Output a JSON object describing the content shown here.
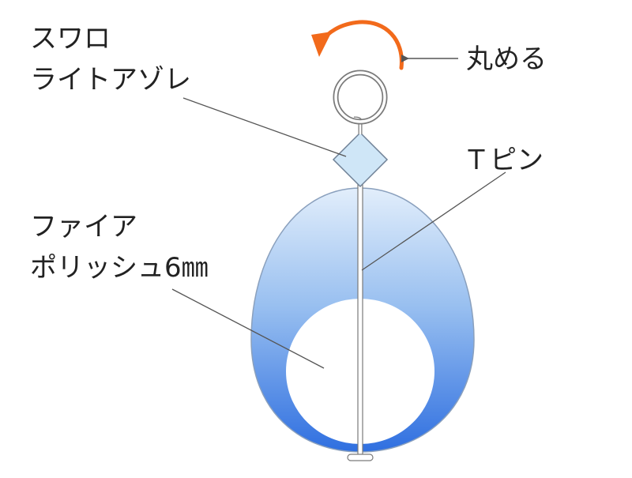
{
  "labels": {
    "swarovski_line1": "スワロ",
    "swarovski_line2": "ライトアゾレ",
    "roll": "丸める",
    "tpin": "Ｔピン",
    "fire_polish_line1": "ファイア",
    "fire_polish_line2": "ポリッシュ6㎜"
  },
  "colors": {
    "arrow_orange": "#f26a1b",
    "bead_top": "#dcebfa",
    "bead_bottom": "#2f6fe0",
    "crystal_fill": "#cfe6f7",
    "wire": "#8a8a8a",
    "leader": "#555555"
  }
}
